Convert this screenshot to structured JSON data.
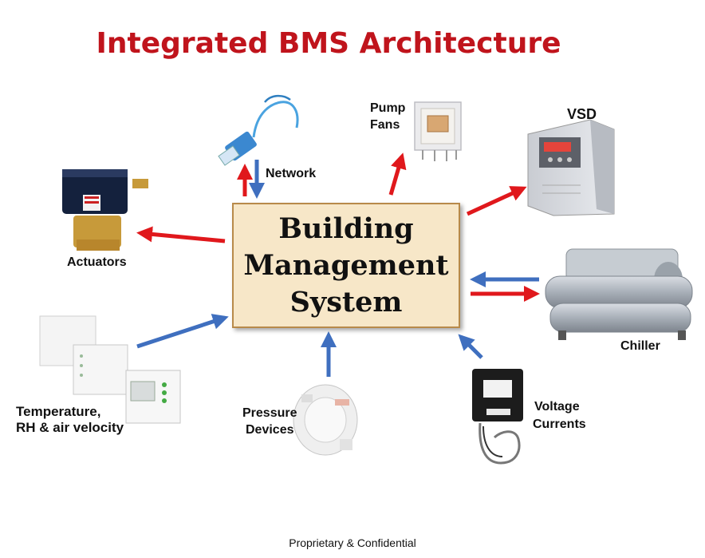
{
  "title": "Integrated BMS Architecture",
  "center": {
    "line1": "Building",
    "line2": "Management",
    "line3": "System"
  },
  "labels": {
    "network": "Network",
    "pump_line1": "Pump",
    "pump_line2": "Fans",
    "vsd": "VSD",
    "actuators": "Actuators",
    "chiller": "Chiller",
    "temp_line1": "Temperature,",
    "temp_line2": "RH & air velocity",
    "pressure_line1": "Pressure",
    "pressure_line2": "Devices",
    "voltage_line1": "Voltage",
    "voltage_line2": "Currents"
  },
  "footer": "Proprietary & Confidential",
  "colors": {
    "title": "#c0141c",
    "output_arrow": "#e0181c",
    "input_arrow": "#3f6fbf",
    "box_fill": "#f7e7c8"
  }
}
